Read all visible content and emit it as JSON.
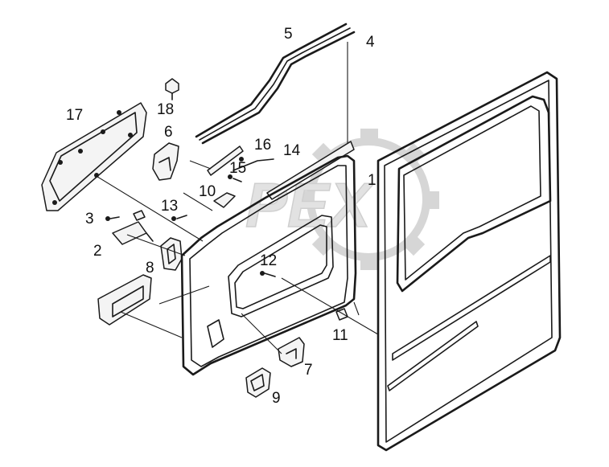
{
  "watermark": {
    "text": "PEX"
  },
  "parts": [
    {
      "id": "1",
      "label": "1"
    },
    {
      "id": "2",
      "label": "2"
    },
    {
      "id": "3",
      "label": "3"
    },
    {
      "id": "4",
      "label": "4"
    },
    {
      "id": "5",
      "label": "5"
    },
    {
      "id": "6",
      "label": "6"
    },
    {
      "id": "7",
      "label": "7"
    },
    {
      "id": "8",
      "label": "8"
    },
    {
      "id": "9",
      "label": "9"
    },
    {
      "id": "10",
      "label": "10"
    },
    {
      "id": "11",
      "label": "11"
    },
    {
      "id": "12",
      "label": "12"
    },
    {
      "id": "13",
      "label": "13"
    },
    {
      "id": "14",
      "label": "14"
    },
    {
      "id": "15",
      "label": "15"
    },
    {
      "id": "16",
      "label": "16"
    },
    {
      "id": "17",
      "label": "17"
    },
    {
      "id": "18",
      "label": "18"
    }
  ]
}
